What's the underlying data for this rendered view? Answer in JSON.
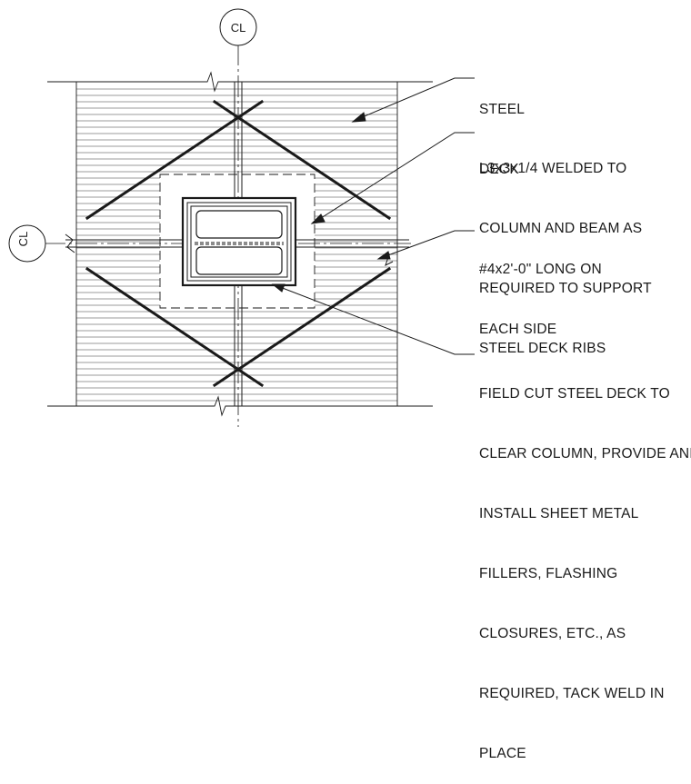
{
  "centerline_label": "CL",
  "notes": {
    "steel_deck": [
      "STEEL",
      "DECK"
    ],
    "angle": [
      "L3x3x1/4 WELDED TO",
      "COLUMN AND BEAM AS",
      "REQUIRED TO SUPPORT",
      "STEEL DECK RIBS"
    ],
    "rebar": [
      "#4x2'-0\" LONG ON",
      "EACH SIDE"
    ],
    "field_cut": [
      "FIELD CUT STEEL DECK TO",
      "CLEAR COLUMN, PROVIDE AND",
      "INSTALL SHEET METAL",
      "FILLERS, FLASHING",
      "CLOSURES, ETC., AS",
      "REQUIRED, TACK WELD IN",
      "PLACE"
    ]
  },
  "colors": {
    "ink": "#1a1a1a",
    "hatch": "#7a7a7a"
  }
}
